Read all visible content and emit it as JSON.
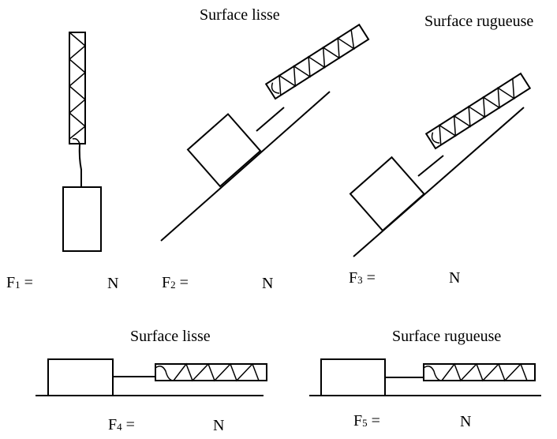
{
  "labels": {
    "smooth_top": "Surface lisse",
    "rough_top": "Surface rugueuse",
    "smooth_bottom": "Surface lisse",
    "rough_bottom": "Surface rugueuse"
  },
  "forces": [
    {
      "name": "F",
      "sub": "1",
      "eq": " =",
      "unit": "N"
    },
    {
      "name": "F",
      "sub": "2",
      "eq": " =",
      "unit": "N"
    },
    {
      "name": "F",
      "sub": "3",
      "eq": " =",
      "unit": "N"
    },
    {
      "name": "F",
      "sub": "4",
      "eq": " =",
      "unit": "N"
    },
    {
      "name": "F",
      "sub": "5",
      "eq": " =",
      "unit": "N"
    }
  ]
}
